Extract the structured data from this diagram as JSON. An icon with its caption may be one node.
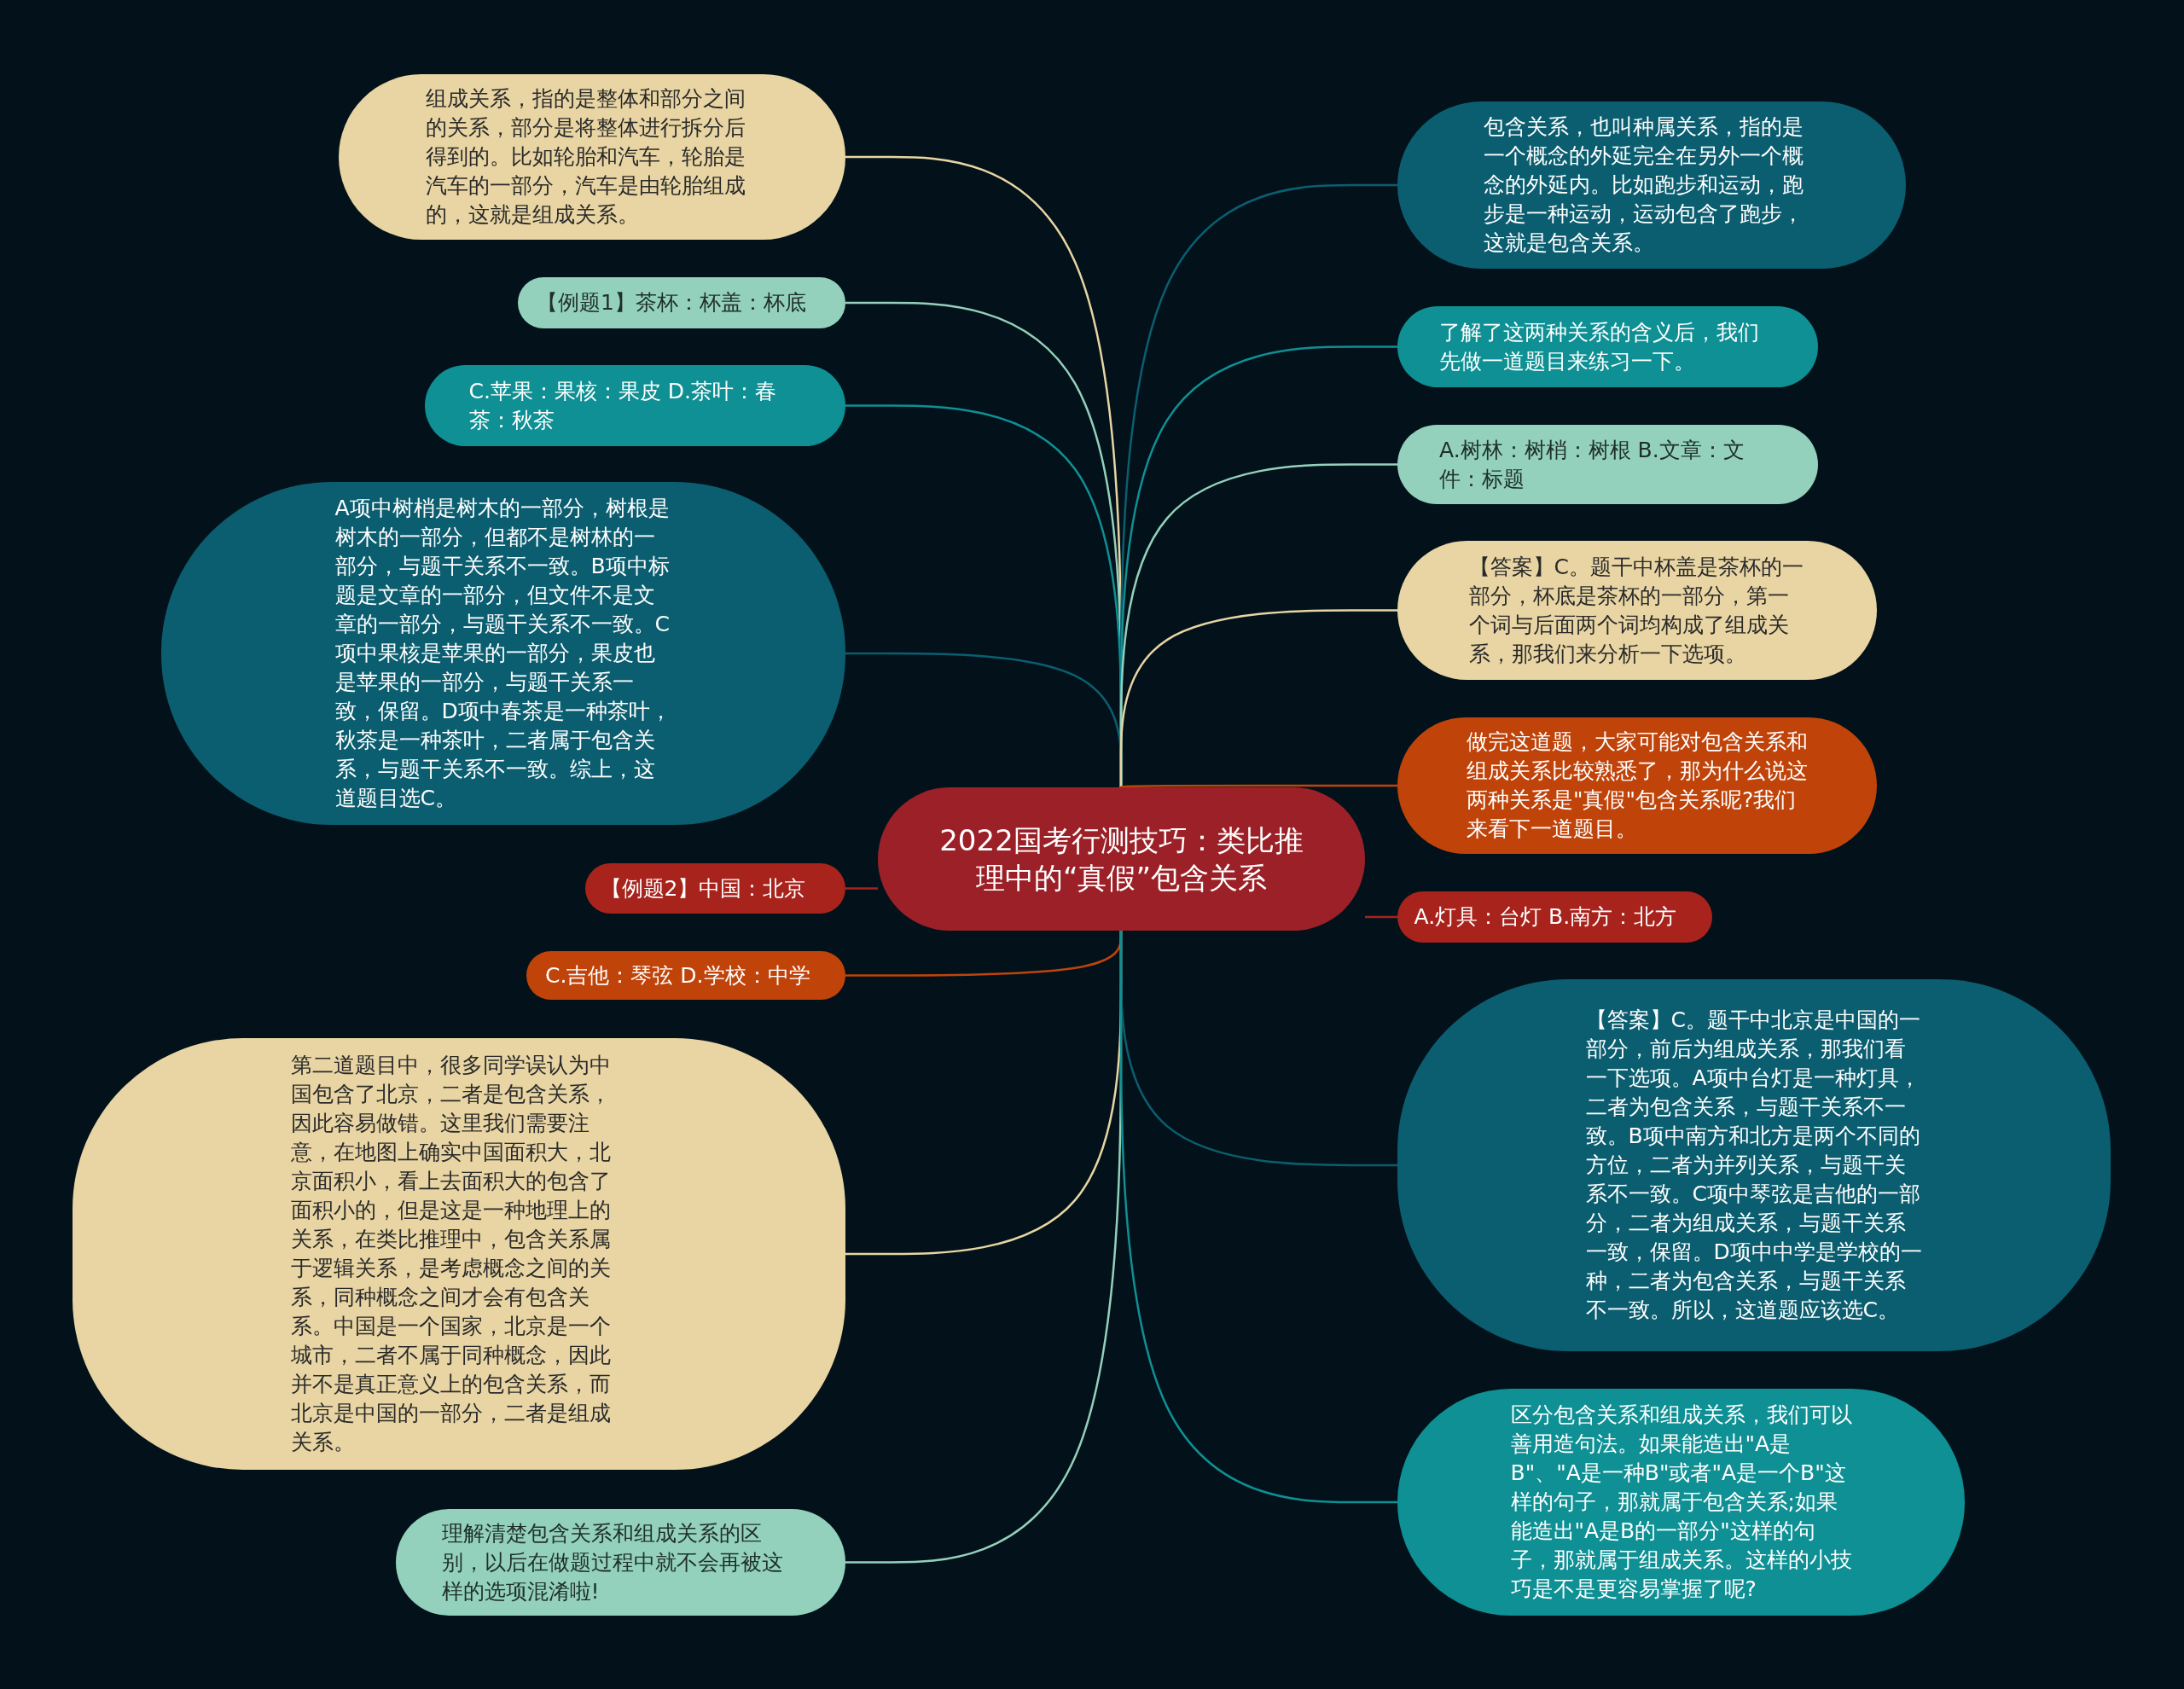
{
  "diagram": {
    "nodes": [
      {
        "text": [
          "2022国考行测技巧：类比推理中的“真假”包含关系"
        ]
      },
      {
        "text": [
          "组成关系，指的是整体和部分之间的关系，部分是将整体进行拆分后得到的。比如轮胎和汽车，轮胎是汽车的一部分，汽车是由轮胎组成的，这就是组成关系。"
        ]
      },
      {
        "text": [
          "【例题1】茶杯：杯盖：杯底"
        ]
      },
      {
        "text": [
          "C.苹果：果核：果皮 D.茶叶：春茶：秋茶"
        ]
      },
      {
        "text": [
          "A项中树梢是树木的一部分，树根是树木的一部分，但都不是树林的一部分，与题干关系不一致。B项中标题是文章的一部分，但文件不是文章的一部分，与题干关系不一致。C项中果核是苹果的一部分，果皮也是苹果的一部分，与题干关系一致，保留。D项中春茶是一种茶叶，秋茶是一种茶叶，二者属于包含关系，与题干关系不一致。综上，这道题目选C。"
        ]
      },
      {
        "text": [
          "【例题2】中国：北京"
        ]
      },
      {
        "text": [
          "C.吉他：琴弦 D.学校：中学"
        ]
      },
      {
        "text": [
          "第二道题目中，很多同学误认为中国包含了北京，二者是包含关系，因此容易做错。这里我们需要注意，在地图上确实中国面积大，北京面积小，看上去面积大的包含了面积小的，但是这是一种地理上的关系，在类比推理中，包含关系属于逻辑关系，是考虑概念之间的关系，同种概念之间才会有包含关系。中国是一个国家，北京是一个城市，二者不属于同种概念，因此并不是真正意义上的包含关系，而北京是中国的一部分，二者是组成关系。"
        ]
      },
      {
        "text": [
          "理解清楚包含关系和组成关系的区别，以后在做题过程中就不会再被这样的选项混淆啦!"
        ]
      },
      {
        "text": [
          "包含关系，也叫种属关系，指的是一个概念的外延完全在另外一个概念的外延内。比如跑步和运动，跑步是一种运动，运动包含了跑步，这就是包含关系。"
        ]
      },
      {
        "text": [
          "了解了这两种关系的含义后，我们先做一道题目来练习一下。"
        ]
      },
      {
        "text": [
          "A.树林：树梢：树根 B.文章：文件：标题"
        ]
      },
      {
        "text": [
          "【答案】C。题干中杯盖是茶杯的一部分，杯底是茶杯的一部分，第一个词与后面两个词均构成了组成关系，那我们来分析一下选项。"
        ]
      },
      {
        "text": [
          "做完这道题，大家可能对包含关系和组成关系比较熟悉了，那为什么说这两种关系是\"真假\"包含关系呢?我们来看下一道题目。"
        ]
      },
      {
        "text": [
          "A.灯具：台灯 B.南方：北方"
        ]
      },
      {
        "text": [
          "【答案】C。题干中北京是中国的一部分，前后为组成关系，那我们看一下选项。A项中台灯是一种灯具，二者为包含关系，与题干关系不一致。B项中南方和北方是两个不同的方位，二者为并列关系，与题干关系不一致。C项中琴弦是吉他的一部分，二者为组成关系，与题干关系一致，保留。D项中中学是学校的一种，二者为包含关系，与题干关系不一致。所以，这道题应该选C。"
        ]
      },
      {
        "text": [
          "区分包含关系和组成关系，我们可以善用造句法。如果能造出\"A是B\"、\"A是一种B\"或者\"A是一个B\"这样的句子，那就属于包含关系;如果能造出\"A是B的一部分\"这样的句子，那就属于组成关系。这样的小技巧是不是更容易掌握了呢?"
        ]
      }
    ],
    "edges": [
      {
        "from": 0,
        "to": 1,
        "arrow": "none",
        "color": "#e8d5a3"
      },
      {
        "from": 0,
        "to": 2,
        "arrow": "none",
        "color": "#93d1bc"
      },
      {
        "from": 0,
        "to": 3,
        "arrow": "none",
        "color": "#0e9094"
      },
      {
        "from": 0,
        "to": 4,
        "arrow": "none",
        "color": "#0b5e70"
      },
      {
        "from": 0,
        "to": 5,
        "arrow": "none",
        "color": "#a8231c"
      },
      {
        "from": 0,
        "to": 6,
        "arrow": "none",
        "color": "#c0440a"
      },
      {
        "from": 0,
        "to": 7,
        "arrow": "none",
        "color": "#e8d5a3"
      },
      {
        "from": 0,
        "to": 8,
        "arrow": "none",
        "color": "#93d1bc"
      },
      {
        "from": 0,
        "to": 9,
        "arrow": "none",
        "color": "#0b5e70"
      },
      {
        "from": 0,
        "to": 10,
        "arrow": "none",
        "color": "#0e9094"
      },
      {
        "from": 0,
        "to": 11,
        "arrow": "none",
        "color": "#93d1bc"
      },
      {
        "from": 0,
        "to": 12,
        "arrow": "none",
        "color": "#e8d5a3"
      },
      {
        "from": 0,
        "to": 13,
        "arrow": "none",
        "color": "#c0440a"
      },
      {
        "from": 0,
        "to": 14,
        "arrow": "none",
        "color": "#a8231c"
      },
      {
        "from": 0,
        "to": 15,
        "arrow": "none",
        "color": "#0b5e70"
      },
      {
        "from": 0,
        "to": 16,
        "arrow": "none",
        "color": "#0e9094"
      }
    ]
  }
}
